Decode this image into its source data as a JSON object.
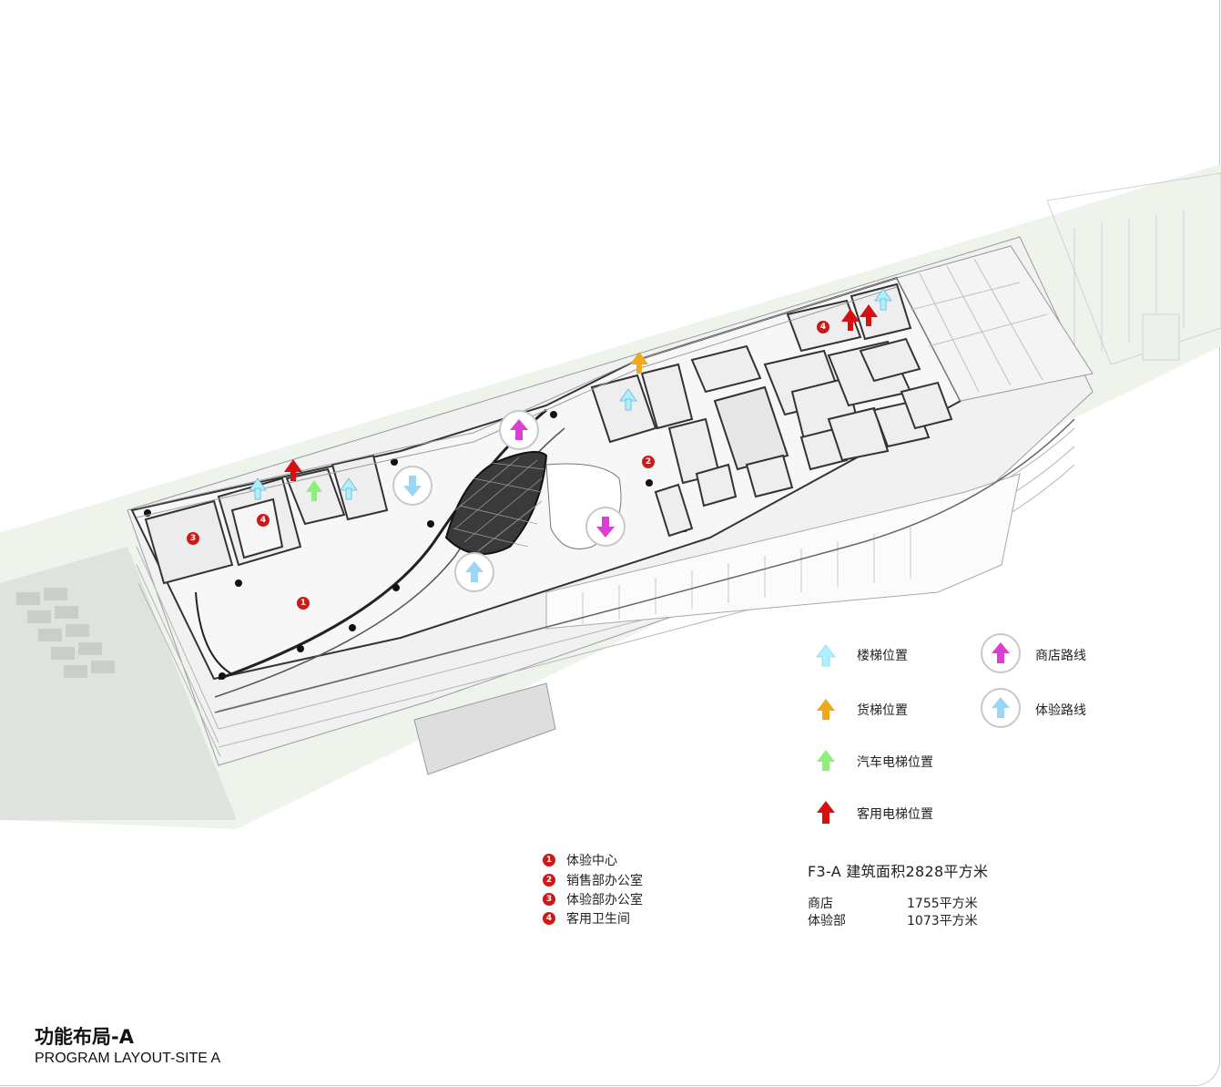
{
  "legend": {
    "stair": "楼梯位置",
    "freight": "货梯位置",
    "car_elevator": "汽车电梯位置",
    "guest_elevator": "客用电梯位置",
    "shop_route": "商店路线",
    "experience_route": "体验路线"
  },
  "colors": {
    "stair": "#aef0ff",
    "freight": "#f0a81c",
    "car_elevator": "#8ef07a",
    "guest_elevator": "#d61010",
    "shop_route": "#d93fd0",
    "experience_route": "#9ad6f5",
    "marker": "#cc1a1a"
  },
  "markers": [
    "1",
    "2",
    "3",
    "4"
  ],
  "functions": [
    {
      "num": "1",
      "label": "体验中心"
    },
    {
      "num": "2",
      "label": "销售部办公室"
    },
    {
      "num": "3",
      "label": "体验部办公室"
    },
    {
      "num": "4",
      "label": "客用卫生间"
    }
  ],
  "area": {
    "title": "F3-A  建筑面积2828平方米",
    "rows": [
      {
        "label": "商店",
        "value": "1755平方米"
      },
      {
        "label": "体验部",
        "value": "1073平方米"
      }
    ]
  },
  "title": {
    "cn": "功能布局-A",
    "en": "PROGRAM LAYOUT-SITE A"
  }
}
